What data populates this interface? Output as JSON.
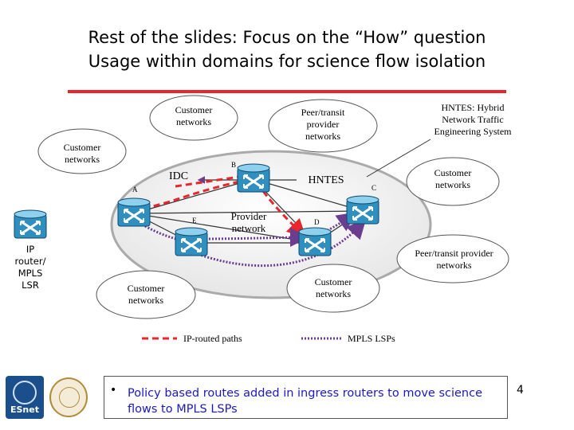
{
  "slide": {
    "title_line1": "Rest of the slides: Focus on the “How” question",
    "title_line2": "Usage within domains for science flow isolation",
    "page_number": "4"
  },
  "labels": {
    "customer_networks_top": "Customer networks",
    "customer_networks_left": "Customer networks",
    "peer_transit_top": "Peer/transit provider networks",
    "hntes_desc": "HNTES: Hybrid Network Traffic Engineering System",
    "customer_networks_right": "Customer networks",
    "idc": "IDC",
    "hntes": "HNTES",
    "provider_network": "Provider network",
    "ip_router": "IP router/ MPLS LSR",
    "peer_transit_right": "Peer/transit provider networks",
    "customer_networks_bottom_right": "Customer networks",
    "customer_networks_bottom_left": "Customer networks",
    "router_a": "A",
    "router_b": "B",
    "router_c": "C",
    "router_d": "D",
    "router_e": "E"
  },
  "legend": {
    "ip_routed": "IP-routed paths",
    "mpls_lsps": "MPLS LSPs"
  },
  "bullet": {
    "text": "Policy based routes added in ingress routers to move science flows to MPLS LSPs"
  },
  "logos": {
    "esnet": "ESnet"
  },
  "colors": {
    "rule": "#e8262b",
    "ip_path": "#e8262b",
    "mpls_path": "#6a3d8f",
    "router_fill": "#2f8fbf",
    "bullet_text": "#1a1abf"
  }
}
